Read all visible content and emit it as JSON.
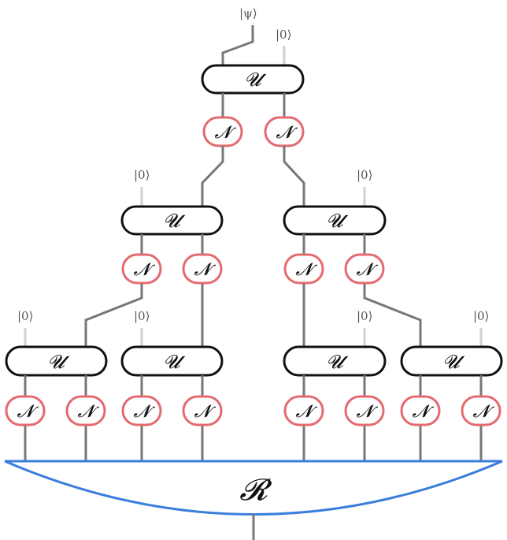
{
  "diagram": {
    "title": "",
    "input_state": "|ψ⟩",
    "ancilla_state": "|0⟩",
    "unitary_label": "𝓤",
    "noise_label": "𝓝",
    "recovery_label": "𝓡",
    "colors": {
      "wire": "#777777",
      "ancilla_wire": "#d0d0d0",
      "unitary_border": "#111111",
      "noise_border": "#e46a6f",
      "recovery": "#3b7ddd"
    },
    "levels": [
      {
        "level": 1,
        "unitaries": 1,
        "noise_channels": 2
      },
      {
        "level": 2,
        "unitaries": 2,
        "noise_channels": 4
      },
      {
        "level": 3,
        "unitaries": 4,
        "noise_channels": 8
      }
    ]
  }
}
